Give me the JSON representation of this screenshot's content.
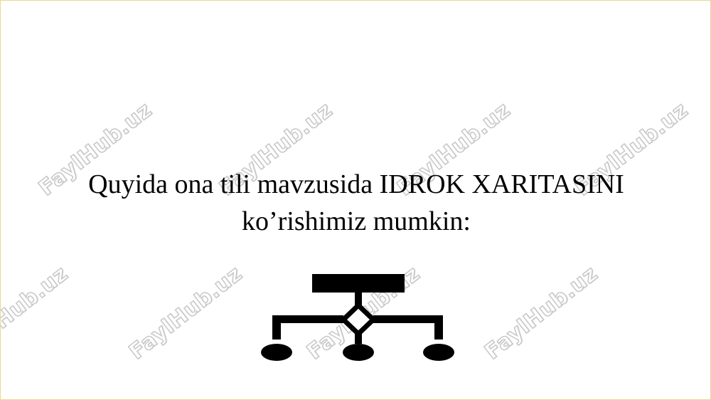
{
  "slide": {
    "text_line1": "Quyida ona tili mavzusida IDROK XARITASINI",
    "text_line2": "ko’rishimiz mumkin:"
  },
  "watermark": {
    "text": "FaylHub.uz"
  },
  "colors": {
    "border": "#e8d98a",
    "text": "#000000",
    "watermark_outline": "#c8c8c8"
  },
  "icon": "hierarchy-diagram-icon"
}
